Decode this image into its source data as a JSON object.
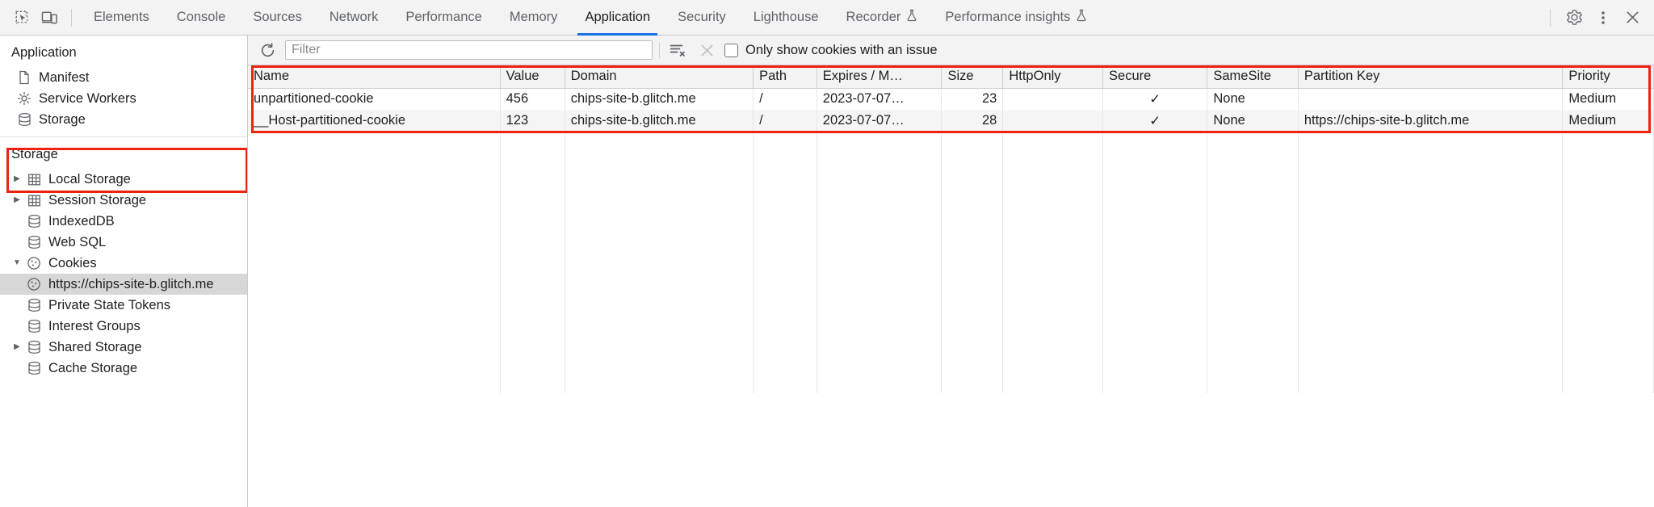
{
  "toolbar": {
    "inspect_icon": "inspect-cursor-icon",
    "device_icon": "device-toolbar-icon",
    "tabs": [
      {
        "label": "Elements",
        "experimental": false,
        "active": false
      },
      {
        "label": "Console",
        "experimental": false,
        "active": false
      },
      {
        "label": "Sources",
        "experimental": false,
        "active": false
      },
      {
        "label": "Network",
        "experimental": false,
        "active": false
      },
      {
        "label": "Performance",
        "experimental": false,
        "active": false
      },
      {
        "label": "Memory",
        "experimental": false,
        "active": false
      },
      {
        "label": "Application",
        "experimental": false,
        "active": true
      },
      {
        "label": "Security",
        "experimental": false,
        "active": false
      },
      {
        "label": "Lighthouse",
        "experimental": false,
        "active": false
      },
      {
        "label": "Recorder",
        "experimental": true,
        "active": false
      },
      {
        "label": "Performance insights",
        "experimental": true,
        "active": false
      }
    ],
    "settings_icon": "gear-icon",
    "more_icon": "kebab-menu-icon",
    "close_icon": "close-icon",
    "active_tab_accent": "#1a73e8"
  },
  "sidebar": {
    "application": {
      "title": "Application",
      "items": [
        {
          "label": "Manifest",
          "icon": "manifest-file-icon",
          "twisty": "none",
          "selected": false
        },
        {
          "label": "Service Workers",
          "icon": "service-worker-icon",
          "twisty": "none",
          "selected": false
        },
        {
          "label": "Storage",
          "icon": "database-icon",
          "twisty": "none",
          "selected": false
        }
      ]
    },
    "storage": {
      "title": "Storage",
      "items": [
        {
          "label": "Local Storage",
          "icon": "table-grid-icon",
          "twisty": "right",
          "selected": false,
          "indent": 1
        },
        {
          "label": "Session Storage",
          "icon": "table-grid-icon",
          "twisty": "right",
          "selected": false,
          "indent": 1
        },
        {
          "label": "IndexedDB",
          "icon": "database-icon",
          "twisty": "none",
          "selected": false,
          "indent": 1
        },
        {
          "label": "Web SQL",
          "icon": "database-icon",
          "twisty": "none",
          "selected": false,
          "indent": 1
        },
        {
          "label": "Cookies",
          "icon": "cookie-icon",
          "twisty": "down",
          "selected": false,
          "indent": 1
        },
        {
          "label": "https://chips-site-b.glitch.me",
          "icon": "cookie-icon",
          "twisty": "none",
          "selected": true,
          "indent": 2
        },
        {
          "label": "Private State Tokens",
          "icon": "database-icon",
          "twisty": "none",
          "selected": false,
          "indent": 1
        },
        {
          "label": "Interest Groups",
          "icon": "database-icon",
          "twisty": "none",
          "selected": false,
          "indent": 1
        },
        {
          "label": "Shared Storage",
          "icon": "database-icon",
          "twisty": "right",
          "selected": false,
          "indent": 1
        },
        {
          "label": "Cache Storage",
          "icon": "database-icon",
          "twisty": "none",
          "selected": false,
          "indent": 1
        }
      ]
    }
  },
  "filterbar": {
    "refresh_icon": "refresh-icon",
    "filter_placeholder": "Filter",
    "filter_value": "",
    "clear_filtered_icon": "clear-filtered-icon",
    "clear_all_icon": "clear-all-x-icon",
    "issue_checkbox_label": "Only show cookies with an issue",
    "issue_checkbox_checked": false
  },
  "cookie_table": {
    "columns": [
      "Name",
      "Value",
      "Domain",
      "Path",
      "Expires / M…",
      "Size",
      "HttpOnly",
      "Secure",
      "SameSite",
      "Partition Key",
      "Priority"
    ],
    "rows": [
      {
        "name": "unpartitioned-cookie",
        "value": "456",
        "domain": "chips-site-b.glitch.me",
        "path": "/",
        "expires": "2023-07-07…",
        "size": "23",
        "httponly": "",
        "secure": "✓",
        "samesite": "None",
        "partition_key": "",
        "priority": "Medium"
      },
      {
        "name": "__Host-partitioned-cookie",
        "value": "123",
        "domain": "chips-site-b.glitch.me",
        "path": "/",
        "expires": "2023-07-07…",
        "size": "28",
        "httponly": "",
        "secure": "✓",
        "samesite": "None",
        "partition_key": "https://chips-site-b.glitch.me",
        "priority": "Medium"
      }
    ]
  },
  "annotations": {
    "highlight_color": "#ee2211",
    "boxes": [
      "cookies-tree-node-highlight",
      "cookie-table-highlight"
    ]
  }
}
